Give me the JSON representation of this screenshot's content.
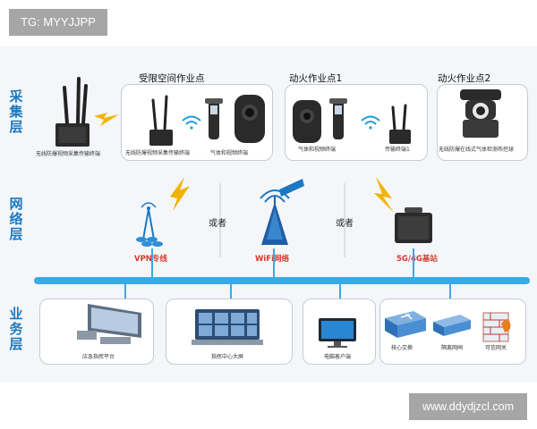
{
  "watermark": {
    "top": "TG: MYYJJPP",
    "bottom": "www.ddydjzcl.com"
  },
  "layers": {
    "collect": "采\n集\n层",
    "network": "网\n络\n层",
    "business": "业\n务\n层"
  },
  "collect": {
    "section_titles": [
      "受限空间作业点",
      "动火作业点1",
      "动火作业点2"
    ],
    "captions": {
      "terminal_main": "无线防爆视频采集传输终端",
      "terminal_inner": "无线防爆视频采集传输终端",
      "gas_video_1": "气体和视频终端",
      "gas_video_2": "气体和视频终端",
      "transmit_terminal": "传输终端1",
      "ptz_terminal": "无线防爆在线式气体检测布控球"
    }
  },
  "network": {
    "vpn": "VPN专线",
    "wifi": "WiFi网络",
    "base_station": "5G/4G基站",
    "or": "或者",
    "wlan": "WLAN"
  },
  "business": {
    "command_platform": "应急指挥平台",
    "center_screen": "指挥中心大屏",
    "pc_client": "电脑客户端",
    "core_switch": "核心交换",
    "isolation": "隔离网闸",
    "gateway": "可信网关"
  },
  "colors": {
    "accent": "#1b78c2",
    "bus": "#3aa9e6",
    "red": "#d23a2a",
    "lightning": "#f2b300"
  }
}
